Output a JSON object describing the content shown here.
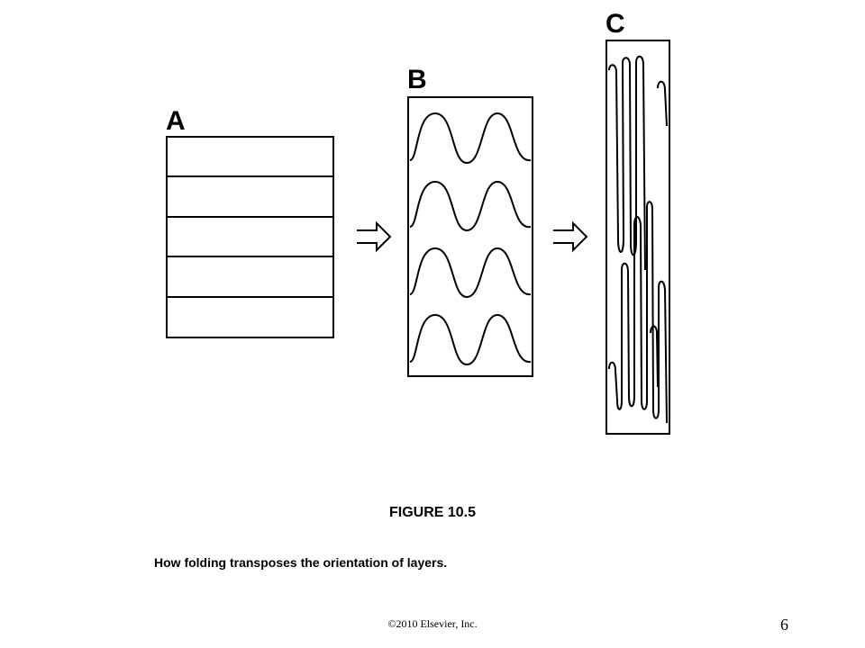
{
  "panels": {
    "a_label": "A",
    "b_label": "B",
    "c_label": "C"
  },
  "figure": {
    "title": "FIGURE 10.5",
    "caption": "How folding transposes the orientation of layers."
  },
  "footer": {
    "copyright": "©2010 Elsevier,  Inc.",
    "page_number": "6"
  },
  "diagram": {
    "panel_a_layer_count": 5,
    "panel_b_folded_layer_count": 4,
    "arrow_icons": [
      "double-arrow-right-icon",
      "double-arrow-right-icon"
    ]
  }
}
